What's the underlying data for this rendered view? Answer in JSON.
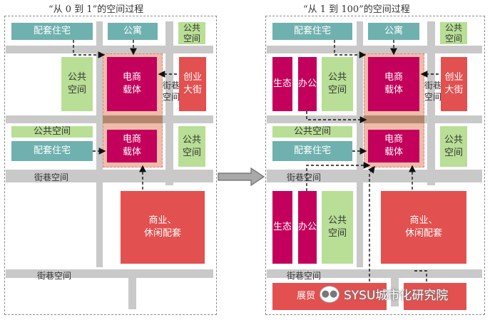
{
  "left_title": "“从 0 到 1”的空间过程",
  "right_title": "“从 1 到 100”的空间过程",
  "labels": {
    "housing": "配套住宅",
    "apartment": "公寓",
    "public": "公共\n空间",
    "public_line": "公共空间",
    "ecommerce": "电商\n载体",
    "startup": "创业\n大街",
    "street": "街巷\n空间",
    "street_line": "街巷空间",
    "commercial": "商业、\n休闲配套",
    "eco": "生态",
    "office": "办公",
    "exhibit": "展贸"
  },
  "watermark": "SYSU城市化研究院",
  "colors": {
    "teal": "#6fb1ae",
    "green": "#b8df95",
    "red": "#e2504f",
    "magenta": "#c3005b"
  }
}
